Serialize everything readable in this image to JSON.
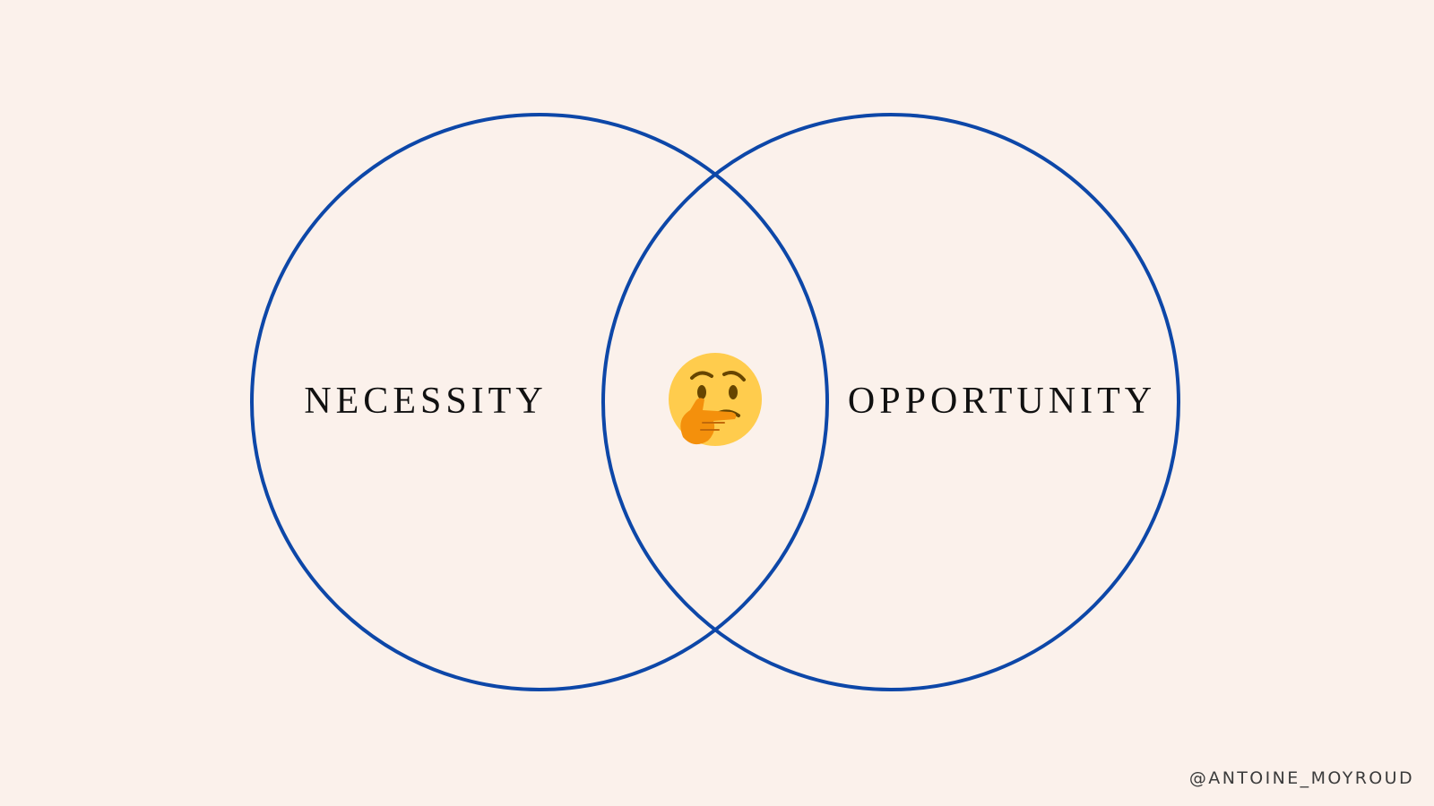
{
  "diagram": {
    "left_set": {
      "label": "NECESSITY"
    },
    "right_set": {
      "label": "OPPORTUNITY"
    },
    "intersection": {
      "icon": "thinking-face-icon"
    }
  },
  "colors": {
    "background": "#fbf1eb",
    "circle_stroke": "#0d47a8",
    "label_text": "#111111",
    "credit_text": "#3b3b3b"
  },
  "credit": "@ANTOINE_MOYROUD"
}
